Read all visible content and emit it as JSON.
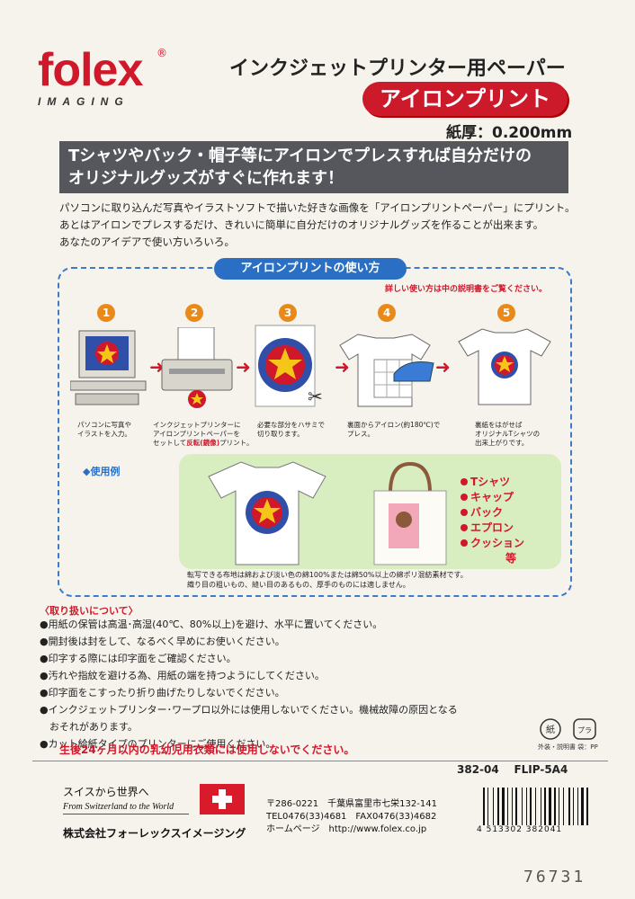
{
  "brand": {
    "name": "folex",
    "registered": "®",
    "sub": "IMAGING"
  },
  "header": {
    "title": "インクジェットプリンター用ペーパー",
    "product": "アイロンプリント",
    "thickness": "紙厚：0.200mm"
  },
  "banner": {
    "line1": "Tシャツやバック・帽子等にアイロンでプレスすれば自分だけの",
    "line2": "オリジナルグッズがすぐに作れます！"
  },
  "intro": {
    "line1": "パソコンに取り込んだ写真やイラストソフトで描いた好きな画像を「アイロンプリントペーパー」にプリント。",
    "line2": "あとはアイロンでプレスするだけ、きれいに簡単に自分だけのオリジナルグッズを作ることが出来ます。",
    "line3": "あなたのアイデアで使い方いろいろ。"
  },
  "howto": {
    "title": "アイロンプリントの使い方",
    "note": "詳しい使い方は中の説明書をご覧ください。",
    "steps": [
      {
        "num": "1",
        "caption": "パソコンに写真や\nイラストを入力。"
      },
      {
        "num": "2",
        "caption_a": "インクジェットプリンターに\nアイロンプリントペーパーを\nセットして",
        "caption_hl": "反転(鏡像)",
        "caption_b": "プリント。"
      },
      {
        "num": "3",
        "caption": "必要な部分をハサミで\n切り取ります。"
      },
      {
        "num": "4",
        "caption": "裏面からアイロン(約180℃)で\nプレス。"
      },
      {
        "num": "5",
        "caption": "裏紙をはがせば\nオリジナルTシャツの\n出来上がりです。"
      }
    ]
  },
  "examples": {
    "label": "◆使用例",
    "items": [
      "Tシャツ",
      "キャップ",
      "バック",
      "エプロン",
      "クッション"
    ],
    "suffix": "等",
    "fabric_note_1": "転写できる布地は綿および淡い色の綿100%または綿50%以上の綿ポリ混紡素材です。",
    "fabric_note_2": "織り目の粗いもの、縫い目のあるもの、厚手のものには適しません。"
  },
  "handling": {
    "title": "〈取り扱いについて〉",
    "items": [
      "●用紙の保管は高温･高湿(40℃、80%以上)を避け、水平に置いてください。",
      "●開封後は封をして、なるべく早めにお使いください。",
      "●印字する際には印字面をご確認ください。",
      "●汚れや指紋を避ける為、用紙の端を持つようにしてください。",
      "●印字面をこすったり折り曲げたりしないでください。",
      "●インクジェットプリンター･ワープロ以外には使用しないでください。機械故障の原因となる",
      "　おそれがあります。",
      "●カット給紙タイプのプリンターにご使用ください。"
    ],
    "warning": "生後24ヶ月以内の乳幼児用衣類には使用しないでください。"
  },
  "recycle": {
    "paper": "紙",
    "plastic": "プラ",
    "label": "外装・説明書",
    "pp": "袋：PP"
  },
  "footer": {
    "code1": "382-04",
    "code2": "FLIP-5A4",
    "slogan_jp": "スイスから世界へ",
    "slogan_en": "From Switzerland to the World",
    "company": "株式会社フォーレックスイメージング",
    "address1": "〒286-0221　千葉県富里市七栄132-141",
    "address2": "TEL0476(33)4681　FAX0476(33)4682",
    "address3": "ホームページ　http://www.folex.co.jp",
    "barcode": "4 513302 382041",
    "stamp": "76731"
  },
  "colors": {
    "brand_red": "#d1182b",
    "accent_blue": "#2a6fc4",
    "step_orange": "#e8891c",
    "example_green": "#d9eec0",
    "banner_grey": "#55575c"
  }
}
